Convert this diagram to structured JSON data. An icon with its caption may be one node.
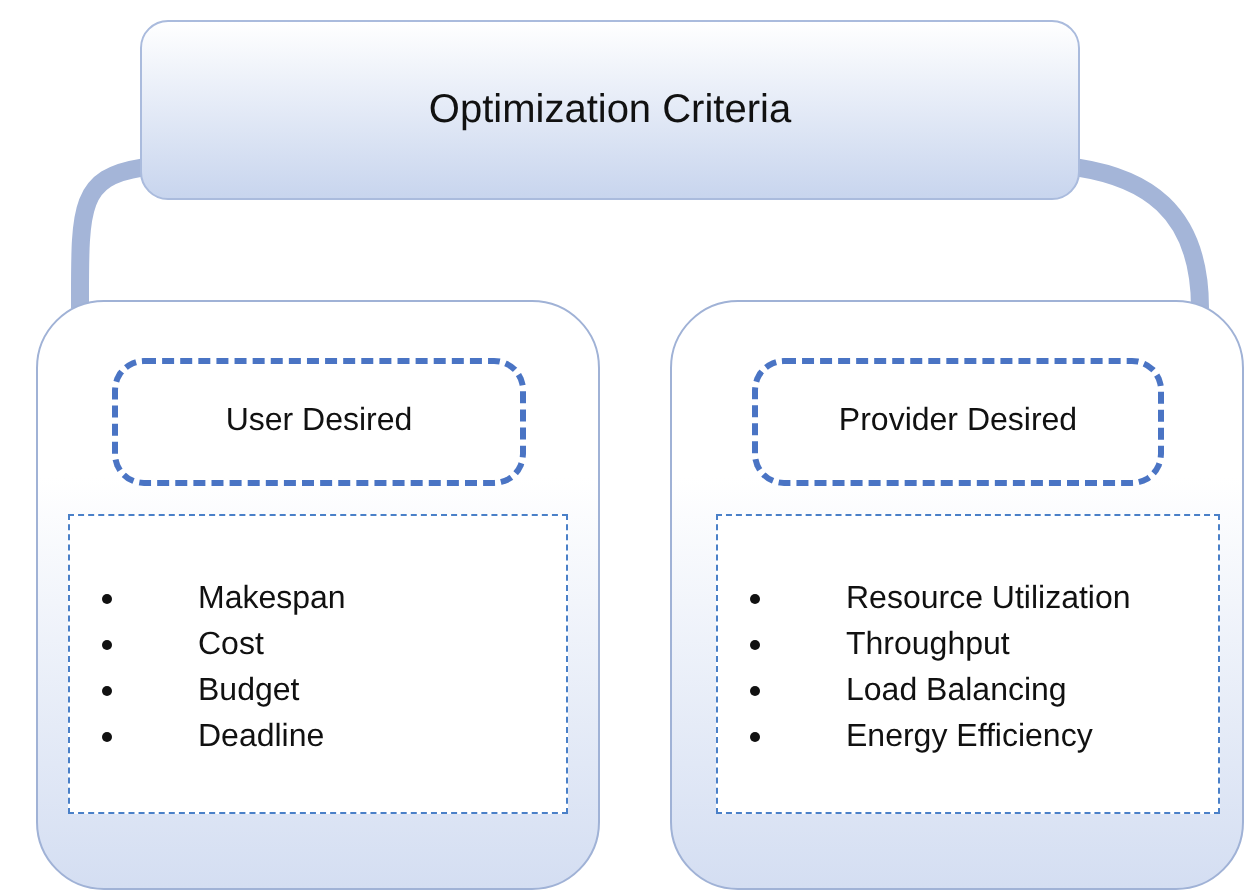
{
  "diagram": {
    "nodes": [
      {
        "text": [
          "Optimization Criteria"
        ]
      },
      {
        "text": [],
        "shape": "box"
      },
      {
        "text": [
          "User Desired"
        ],
        "in": 1
      },
      {
        "text": [
          "Makespan",
          "Cost",
          "Budget",
          "Deadline"
        ],
        "in": 1
      },
      {
        "text": [],
        "shape": "box"
      },
      {
        "text": [
          "Provider Desired"
        ],
        "in": 4
      },
      {
        "text": [
          "Resource Utilization",
          "Throughput",
          "Load Balancing",
          "Energy Efficiency"
        ],
        "in": 4
      }
    ],
    "edges": [
      {
        "from": 0,
        "to": 1,
        "arrow": "none"
      },
      {
        "from": 0,
        "to": 4,
        "arrow": "none"
      }
    ]
  }
}
